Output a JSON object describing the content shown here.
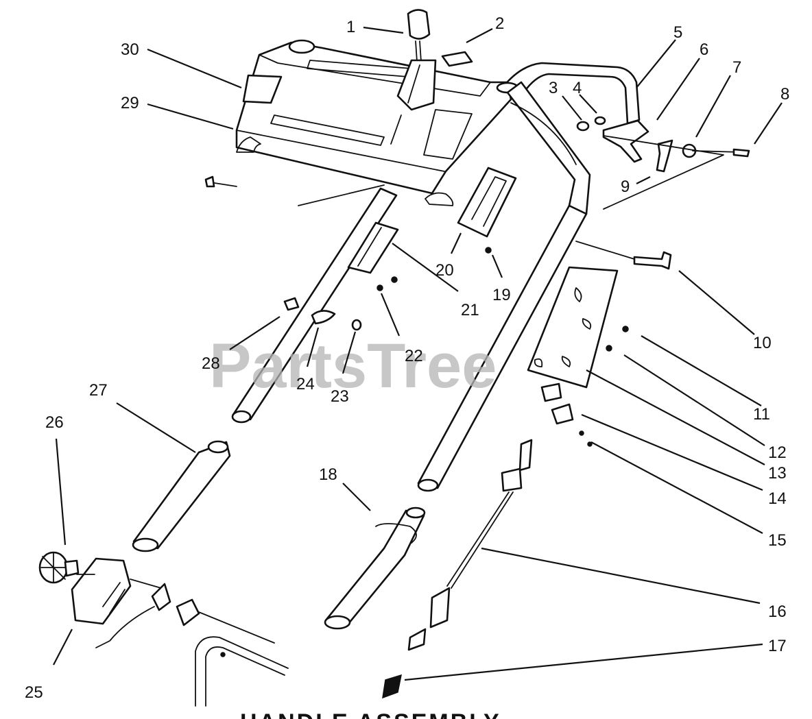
{
  "watermark": "PartsTree",
  "bottom_title": "HANDLE ASSEMBLY",
  "parts": [
    {
      "id": "p1",
      "label": "1"
    },
    {
      "id": "p2",
      "label": "2"
    },
    {
      "id": "p3",
      "label": "3"
    },
    {
      "id": "p4",
      "label": "4"
    },
    {
      "id": "p5",
      "label": "5"
    },
    {
      "id": "p6",
      "label": "6"
    },
    {
      "id": "p7",
      "label": "7"
    },
    {
      "id": "p8",
      "label": "8"
    },
    {
      "id": "p9",
      "label": "9"
    },
    {
      "id": "p10",
      "label": "10"
    },
    {
      "id": "p11",
      "label": "11"
    },
    {
      "id": "p12",
      "label": "12"
    },
    {
      "id": "p13",
      "label": "13"
    },
    {
      "id": "p14",
      "label": "14"
    },
    {
      "id": "p15",
      "label": "15"
    },
    {
      "id": "p16",
      "label": "16"
    },
    {
      "id": "p17",
      "label": "17"
    },
    {
      "id": "p18",
      "label": "18"
    },
    {
      "id": "p19",
      "label": "19"
    },
    {
      "id": "p20",
      "label": "20"
    },
    {
      "id": "p21",
      "label": "21"
    },
    {
      "id": "p22",
      "label": "22"
    },
    {
      "id": "p23",
      "label": "23"
    },
    {
      "id": "p24",
      "label": "24"
    },
    {
      "id": "p25",
      "label": "25"
    },
    {
      "id": "p26",
      "label": "26"
    },
    {
      "id": "p27",
      "label": "27"
    },
    {
      "id": "p28",
      "label": "28"
    },
    {
      "id": "p29",
      "label": "29"
    },
    {
      "id": "p30",
      "label": "30"
    }
  ]
}
